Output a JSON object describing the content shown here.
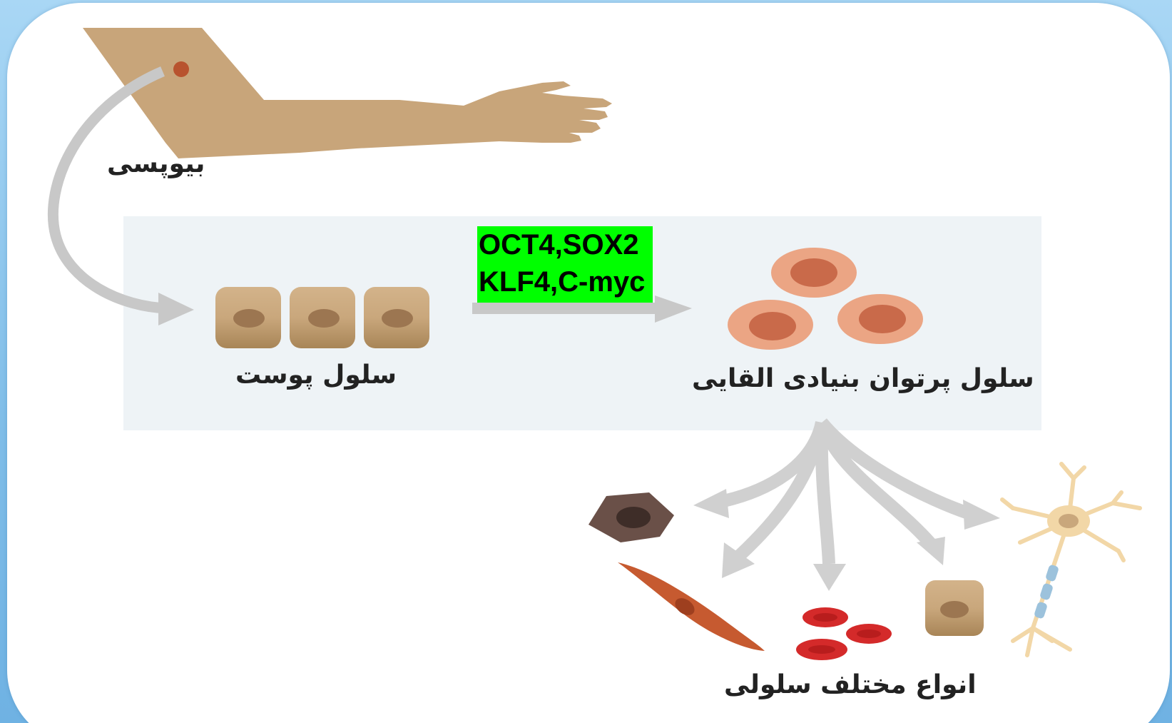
{
  "labels": {
    "biopsy": "بیوپسی",
    "skin_cell": "سلول پوست",
    "ipsc": "سلول پرتوان بنیادی القایی",
    "cell_types": "انواع مختلف سلولی"
  },
  "factors": {
    "line1": "OCT4,SOX2",
    "line2": "KLF4,C-myc"
  },
  "colors": {
    "frame": "#8ec6ec",
    "panel": "#eef3f6",
    "arrow": "#c8c8c8",
    "skin": "#c8a57a",
    "factor_highlight": "#00ff00",
    "ipsc_outer": "#eba584",
    "ipsc_inner": "#c96a4a",
    "red_blood_cell": "#d42a2a",
    "neuron": "#f2d7a7",
    "muscle_cell": "#c65a30",
    "dark_cell": "#6a5048"
  },
  "icons": [
    "arm-icon",
    "skin-cell-icon",
    "ipsc-icon",
    "dark-cell-icon",
    "muscle-cell-icon",
    "red-blood-cell-icon",
    "epithelial-cell-icon",
    "neuron-icon"
  ]
}
